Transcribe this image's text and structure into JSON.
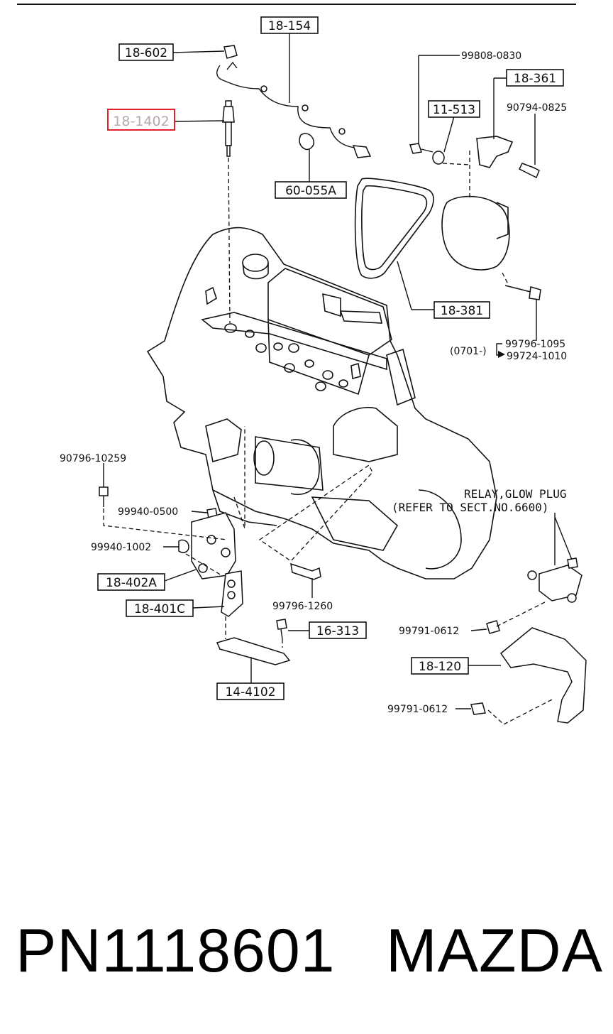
{
  "labels": {
    "l18_154": "18-154",
    "l18_602": "18-602",
    "l18_1402": "18-1402",
    "l60_055a": "60-055A",
    "l99808_0830": "99808-0830",
    "l18_361": "18-361",
    "l11_513": "11-513",
    "l90794_0825": "90794-0825",
    "l18_381": "18-381",
    "l99796_1095": "99796-1095",
    "l0701": "(0701-)",
    "l99724_1010": "99724-1010",
    "l90796_10259": "90796-10259",
    "l99940_0500": "99940-0500",
    "l99940_1002": "99940-1002",
    "l18_402a": "18-402A",
    "l18_401c": "18-401C",
    "l99796_1260": "99796-1260",
    "l16_313": "16-313",
    "l14_4102": "14-4102",
    "l99791_0612a": "99791-0612",
    "l18_120": "18-120",
    "l99791_0612b": "99791-0612"
  },
  "relay_note": {
    "line1": "RELAY,GLOW PLUG",
    "line2": "(REFER TO SECT.NO.6600)"
  },
  "highlight": {
    "label": "18-1402",
    "color": "#e0202a"
  },
  "footer": {
    "part_number": "PN1118601",
    "brand": "MAZDA"
  }
}
